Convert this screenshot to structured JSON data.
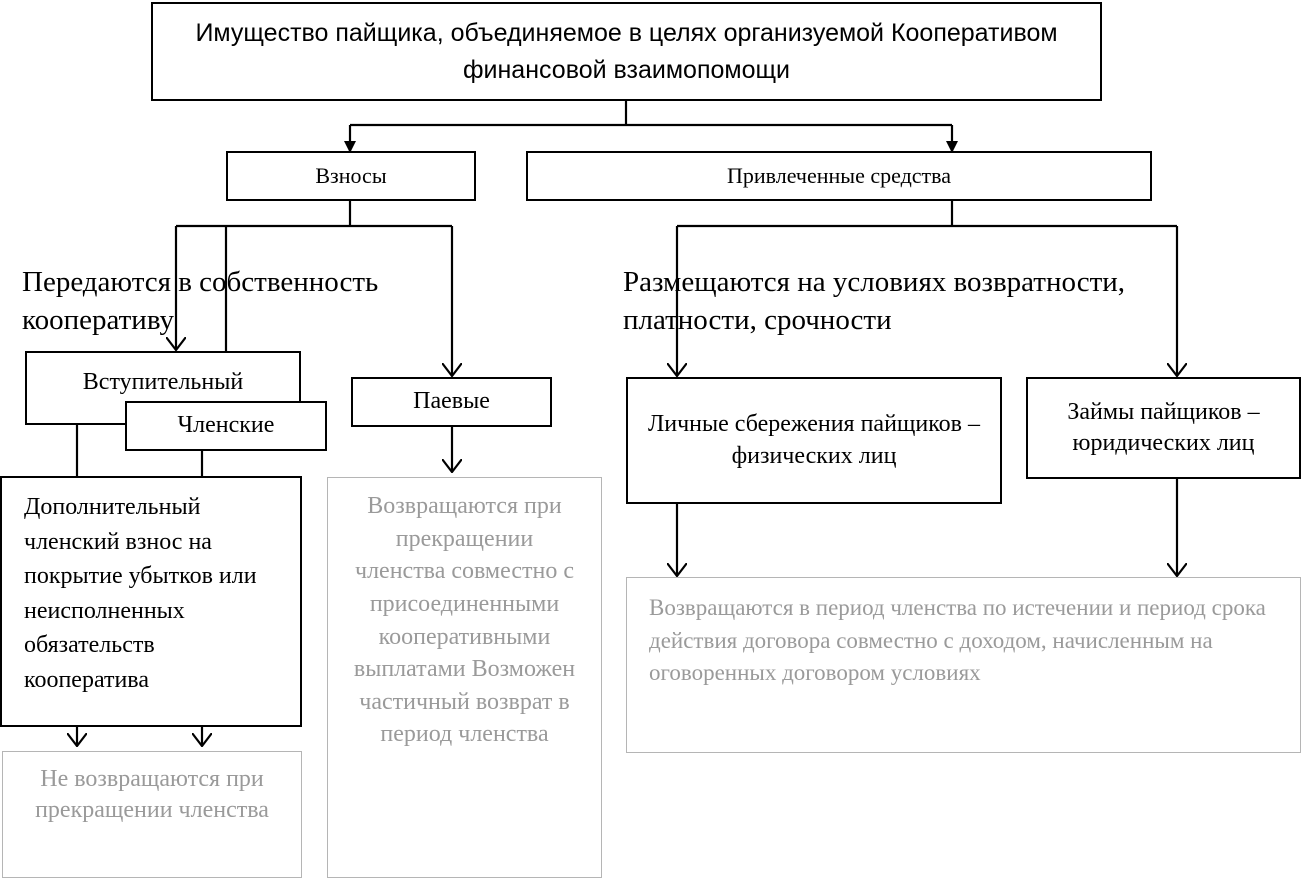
{
  "diagram": {
    "root": "Имущество пайщика, объединяемое в целях организуемой Кооперативом финансовой взаимопомощи",
    "contributions": "Взносы",
    "raised_funds": "Привлеченные средства",
    "heading_left": "Передаются в собственность кооперативу",
    "heading_right": "Размещаются на условиях возвратности, платности, срочности",
    "entry_fee": "Вступительный",
    "membership_fee": "Членские",
    "share_fee": "Паевые",
    "additional_fee": "Дополнительный членский взнос на покрытие убытков или неисполненных обязательств кооператива",
    "personal_savings": "Личные сбережения пайщиков – физических лиц",
    "legal_loans": "Займы пайщиков – юридических лиц",
    "not_returned": "Не возвращаются при прекращении членства",
    "share_returned": "Возвращаются при прекращении членства совместно с присоединенными кооперативными выплатами Возможен частичный возврат в период членства",
    "funds_returned": "Возвращаются в период членства по истечении и период срока действия договора совместно с доходом, начисленным на оговоренных договором условиях"
  }
}
